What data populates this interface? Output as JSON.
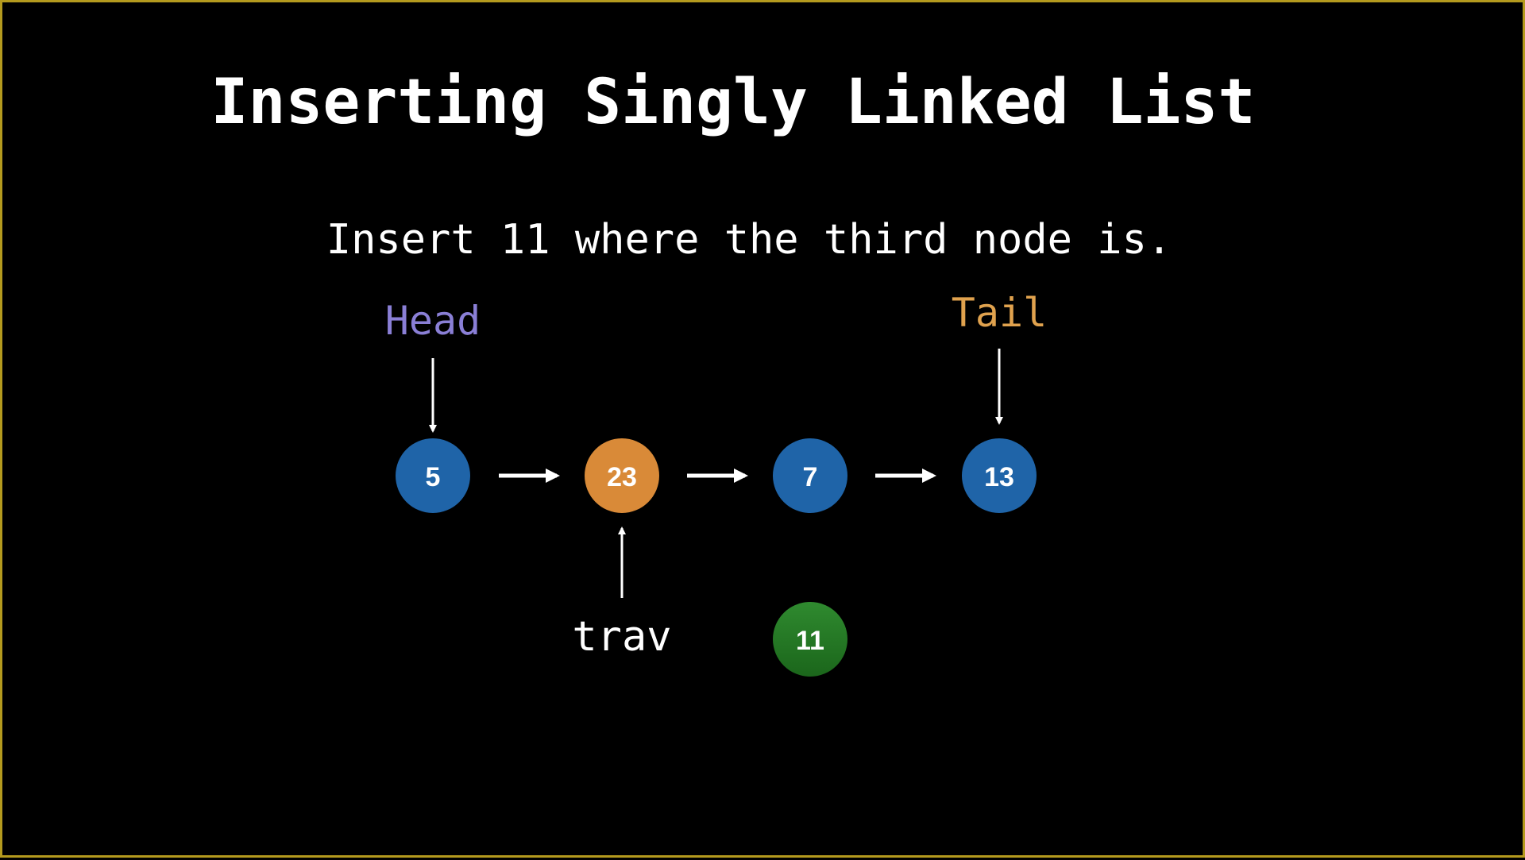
{
  "title": "Inserting Singly Linked List",
  "instruction": "Insert 11 where the third node is.",
  "colors": {
    "background": "#000000",
    "frame": "#b49a1e",
    "text": "#ffffff",
    "head_label": "#8a7fd6",
    "tail_label": "#e0a24e",
    "node_blue": "#1f64a8",
    "node_orange": "#d98a38",
    "node_green": "#237a23"
  },
  "pointers": {
    "head": "Head",
    "tail": "Tail",
    "trav": "trav"
  },
  "list_nodes": [
    {
      "value": "5",
      "color": "node_blue"
    },
    {
      "value": "23",
      "color": "node_orange"
    },
    {
      "value": "7",
      "color": "node_blue"
    },
    {
      "value": "13",
      "color": "node_blue"
    }
  ],
  "new_node": {
    "value": "11",
    "color": "node_green"
  }
}
